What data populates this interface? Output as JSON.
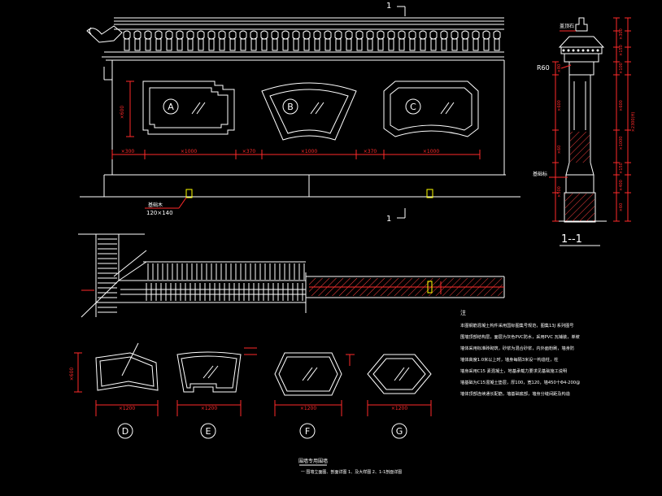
{
  "colors": {
    "background": "#000000",
    "line": "#ffffff",
    "dimension": "#ff2a2a",
    "accent": "#ffff00",
    "hatch": "#ff4040"
  },
  "section_mark": {
    "top": "1",
    "bottom": "1"
  },
  "panel_letters": [
    "A",
    "B",
    "C"
  ],
  "shape_letters": [
    "D",
    "E",
    "F",
    "G"
  ],
  "elevation": {
    "dims": [
      "×300",
      "×1000",
      "×370",
      "×1000",
      "×370",
      "×1000"
    ],
    "panel_height": "×600",
    "post_label": "基础木",
    "post_size": "120×140"
  },
  "section": {
    "title": "1--1",
    "labels": [
      "盖顶石",
      "R60",
      "基础标"
    ],
    "dims_right": [
      "×300",
      "×150",
      "×100",
      "×600",
      "×1000",
      "×150",
      "×400",
      "×60"
    ],
    "dims_left": [
      "×80",
      "×600",
      "×60",
      "×500"
    ],
    "total_height": "×2300(H)"
  },
  "shapes": {
    "dims": [
      "×1200",
      "×1200",
      "×1200",
      "×1200"
    ],
    "height": "×600"
  },
  "notes": {
    "heading": "注",
    "lines": [
      "本图钢筋混凝土构件采用国标图集号规范，图集13J 系列图号",
      "围墙顶部结构层，面层为灰色PVC防水，采用PVC 瓦铺装，单坡",
      "墙体采用标准砖砌筑，砂浆为混合砂浆，内外面粉刷，墙身防",
      "墙体高度1.0米以上时，墙身每隔3米设一构造柱，柱",
      "墙身采用C15 素混凝土，地基承载力要求见基础施工说明",
      "墙基础为C15混凝土垫层，厚100，宽120，墙450十Φ4-200@",
      "墙体顶部连续通长配筋，墙基础底部，墙身分缝间距及构造"
    ]
  },
  "footer": {
    "title": "围墙专用围墙",
    "subtitle": "一 围墙立面图、剖面详图 1、及大样图 2、1-1剖面详图"
  }
}
